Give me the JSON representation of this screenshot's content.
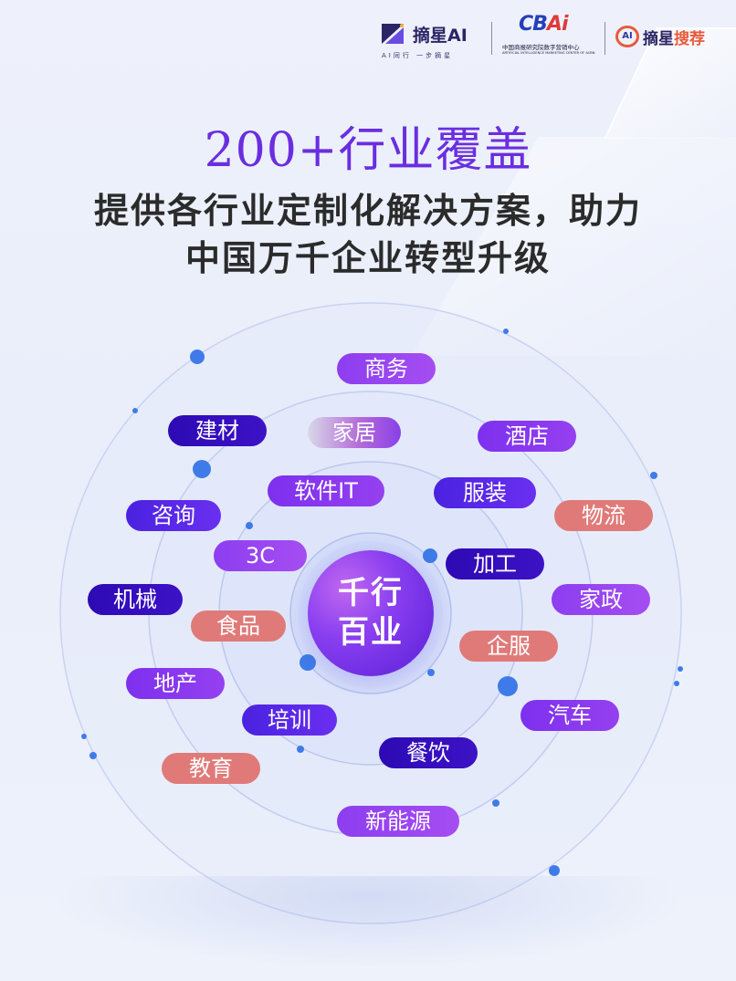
{
  "logos": {
    "zhaixing_ai": {
      "name": "摘星AI",
      "slogan": "AI同行  一步摘星"
    },
    "cbn": {
      "mark_main": "CB",
      "mark_accent": "Ai",
      "cn_name": "中国商报研究院数字营销中心",
      "en_name": "ARTIFICIAL INTELLIGENCE MARKETING CENTER OF ACBN"
    },
    "zhaixing_search": {
      "badge": "AI",
      "name_a": "摘星",
      "name_b": "搜荐"
    }
  },
  "headline": {
    "title": "200+行业覆盖",
    "subtitle_line1": "提供各行业定制化解决方案，助力",
    "subtitle_line2": "中国万千企业转型升级"
  },
  "hub": {
    "line1": "千行",
    "line2": "百业"
  },
  "industries": [
    {
      "label": "商务"
    },
    {
      "label": "建材"
    },
    {
      "label": "家居"
    },
    {
      "label": "酒店"
    },
    {
      "label": "软件IT"
    },
    {
      "label": "服装"
    },
    {
      "label": "咨询"
    },
    {
      "label": "物流"
    },
    {
      "label": "3C"
    },
    {
      "label": "加工"
    },
    {
      "label": "机械"
    },
    {
      "label": "家政"
    },
    {
      "label": "食品"
    },
    {
      "label": "企服"
    },
    {
      "label": "地产"
    },
    {
      "label": "汽车"
    },
    {
      "label": "培训"
    },
    {
      "label": "餐饮"
    },
    {
      "label": "教育"
    },
    {
      "label": "新能源"
    }
  ],
  "colors": {
    "title": "#6a2ee0",
    "purple": "#9a46f0",
    "blue": "#5a28e8",
    "dark": "#3410bc",
    "salmon": "#e07a78"
  }
}
